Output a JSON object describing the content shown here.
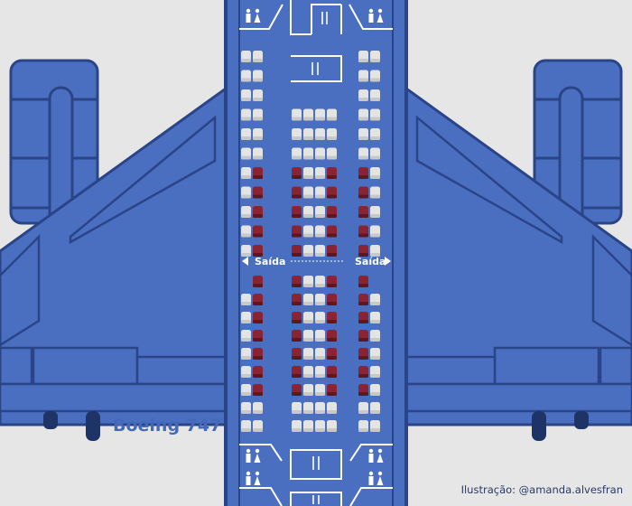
{
  "title": "Boeing 747",
  "credit": "Ilustração: @amanda.alvesfran",
  "exit_label": "Saída",
  "icons": {
    "lavatory": "person-pair-icon",
    "galley": "fork-knife-icon",
    "exit_arrow": "triangle-arrow-icon"
  },
  "colors": {
    "background": "#e6e6e6",
    "fuselage": "#4a6fc0",
    "outline": "#2a4488",
    "seat": "#e4e4e4",
    "occupied_seat": "#8a2432",
    "aisle_line": "#ffffff"
  },
  "seat_map": {
    "rows_front": [
      "aa/---/aa",
      "aa/---/aa",
      "aa/---/aa",
      "aa/ffff/aa",
      "aa/ffff/aa",
      "aa/ffff/aa",
      "ao/offo/oa",
      "ao/offo/oa",
      "ao/offo/oa",
      "ao/offo/oa",
      "ao/offo/oa"
    ],
    "rows_rear": [
      "-o/offo/o-",
      "ao/offo/oa",
      "ao/offo/oa",
      "ao/offo/oa",
      "ao/offo/oa",
      "ao/offo/oa",
      "ao/offo/oa",
      "aa/ffff/aa",
      "aa/ffff/aa"
    ]
  }
}
